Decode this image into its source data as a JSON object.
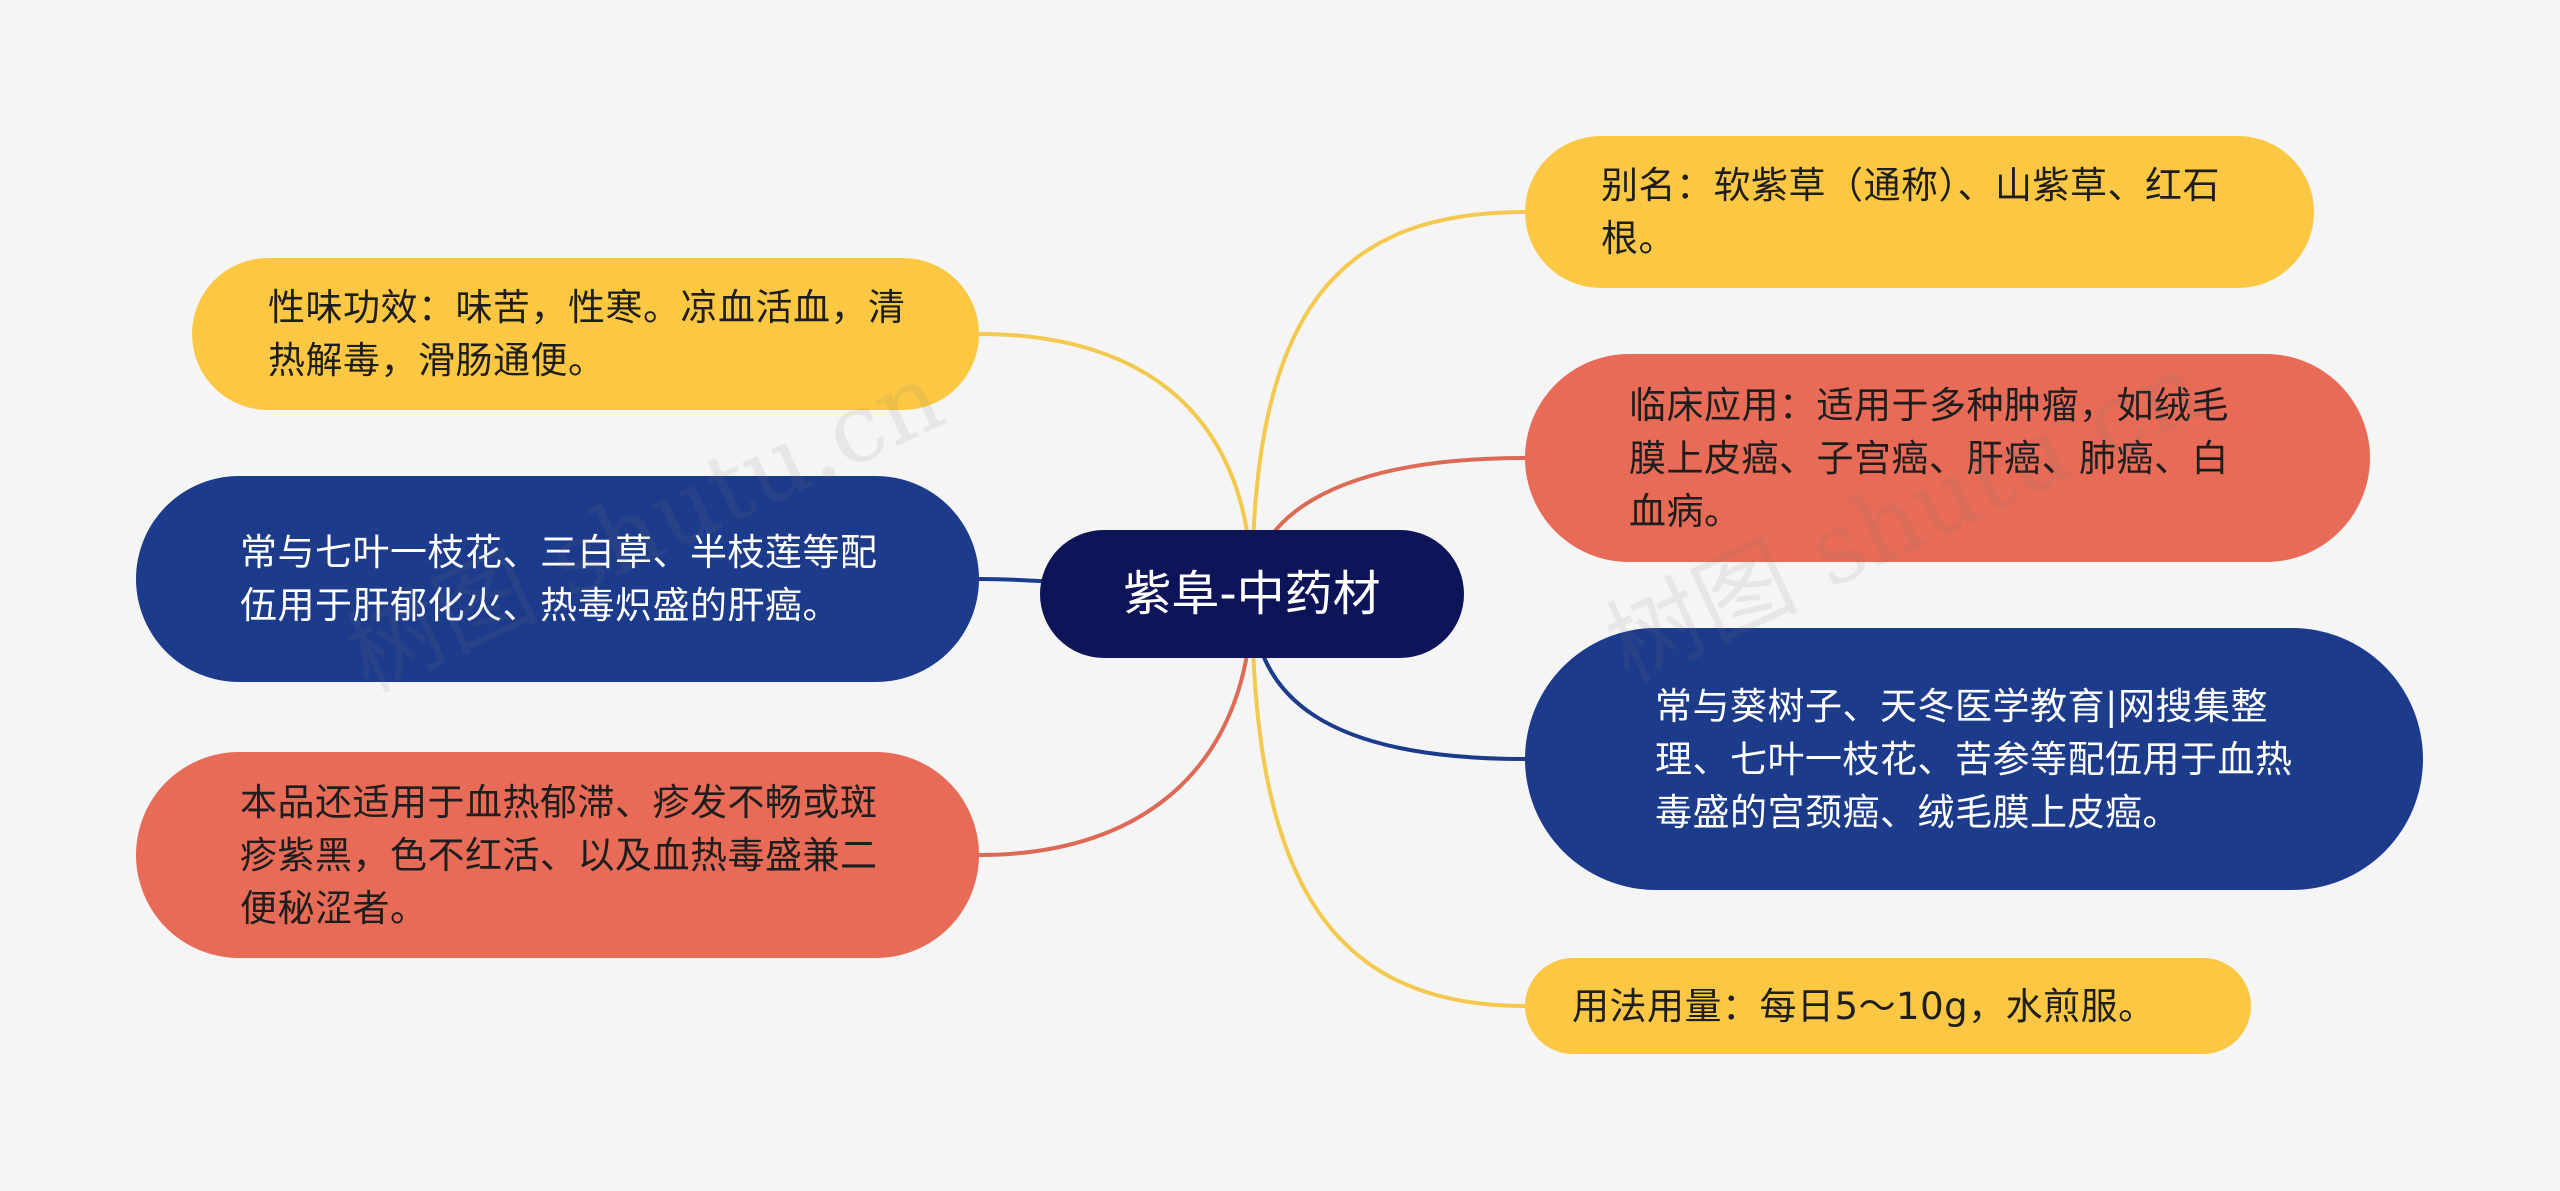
{
  "root": {
    "label": "紫阜-中药材"
  },
  "left": [
    {
      "id": "l1",
      "color": "yellow",
      "text": "性味功效：味苦，性寒。凉血活血，清热解毒，滑肠通便。"
    },
    {
      "id": "l2",
      "color": "blue",
      "text": "常与七叶一枝花、三白草、半枝莲等配伍用于肝郁化火、热毒炽盛的肝癌。"
    },
    {
      "id": "l3",
      "color": "red",
      "text": "本品还适用于血热郁滞、疹发不畅或斑疹紫黑，色不红活、以及血热毒盛兼二便秘涩者。"
    }
  ],
  "right": [
    {
      "id": "r1",
      "color": "yellow",
      "text": "别名：软紫草（通称）、山紫草、红石根。"
    },
    {
      "id": "r2",
      "color": "red",
      "text": "临床应用：适用于多种肿瘤，如绒毛膜上皮癌、子宫癌、肝癌、肺癌、白血病。"
    },
    {
      "id": "r3",
      "color": "blue",
      "text": "常与葵树子、天冬医学教育|网搜集整理、七叶一枝花、苦参等配伍用于血热毒盛的宫颈癌、绒毛膜上皮癌。"
    },
    {
      "id": "r4",
      "color": "yellow",
      "text": "用法用量：每日5～10g，水煎服。"
    }
  ],
  "watermark": "树图 shutu.cn",
  "colors": {
    "yellow": "#fcc844",
    "red": "#e76b56",
    "blue": "#1d3b8b",
    "root": "#0d1457",
    "yellow_line": "#f4c94f",
    "red_line": "#dd6a55",
    "blue_line": "#1d3b8b",
    "background": "#f5f5f5"
  }
}
